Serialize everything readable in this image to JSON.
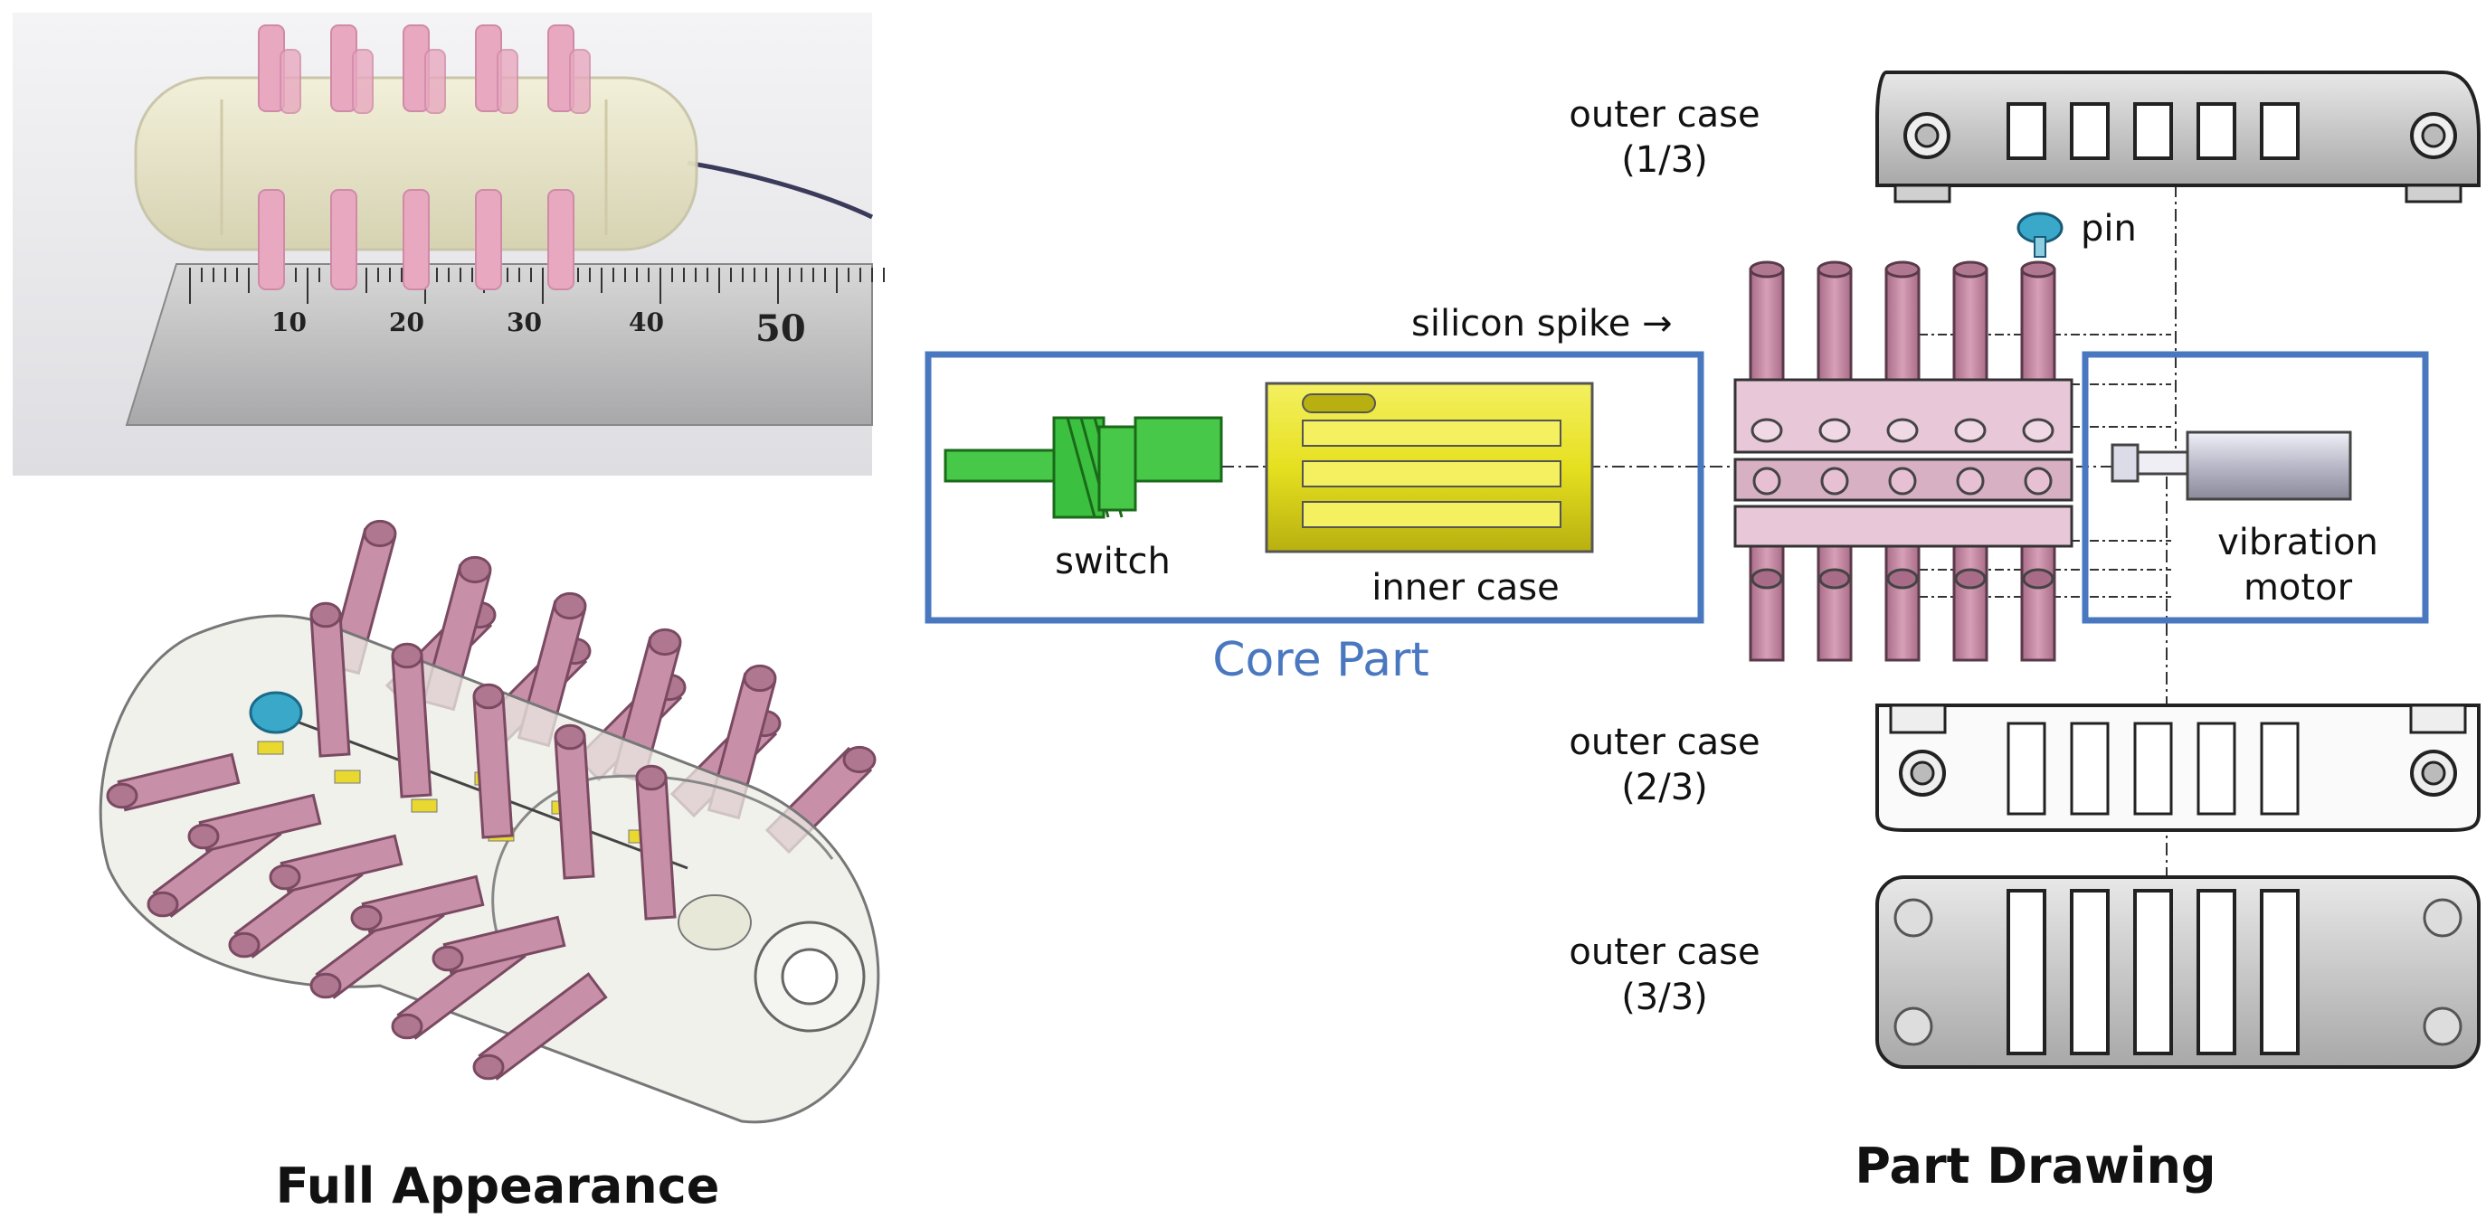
{
  "left": {
    "caption": "Full Appearance",
    "ruler_ticks": [
      "10",
      "20",
      "30",
      "40",
      "50"
    ]
  },
  "right": {
    "caption": "Part Drawing",
    "core_part": "Core Part",
    "labels": {
      "outer_case_1": [
        "outer case",
        "(1/3)"
      ],
      "outer_case_2": [
        "outer case",
        "(2/3)"
      ],
      "outer_case_3": [
        "outer case",
        "(3/3)"
      ],
      "pin": "pin",
      "silicon_spike": "silicon spike →",
      "switch": "switch",
      "inner_case": "inner case",
      "vibration_motor": [
        "vibration",
        "motor"
      ]
    }
  },
  "colors": {
    "spike": "#c890a8",
    "inner_case": "#e6e020",
    "switch": "#3cc040",
    "core_box": "#4a78c0",
    "pin": "#3aa8c8"
  }
}
